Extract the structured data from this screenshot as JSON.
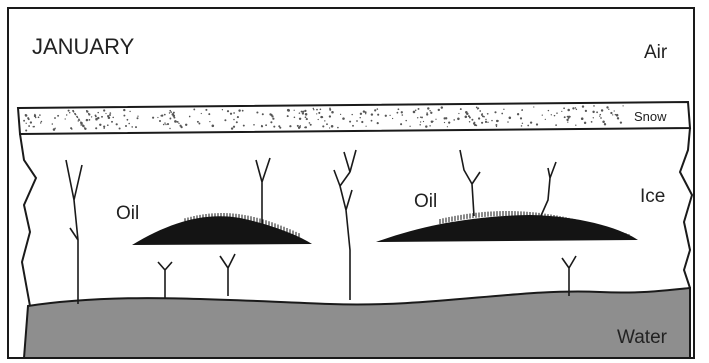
{
  "title": "JANUARY",
  "labels": {
    "air": "Air",
    "snow": "Snow",
    "ice": "Ice",
    "water": "Water",
    "oil_left": "Oil",
    "oil_right": "Oil"
  },
  "colors": {
    "frame": "#1a1a1a",
    "background": "#ffffff",
    "water": "#8e8e8e",
    "oil": "#141414",
    "snow_dots": "#555555",
    "ink": "#222222"
  }
}
